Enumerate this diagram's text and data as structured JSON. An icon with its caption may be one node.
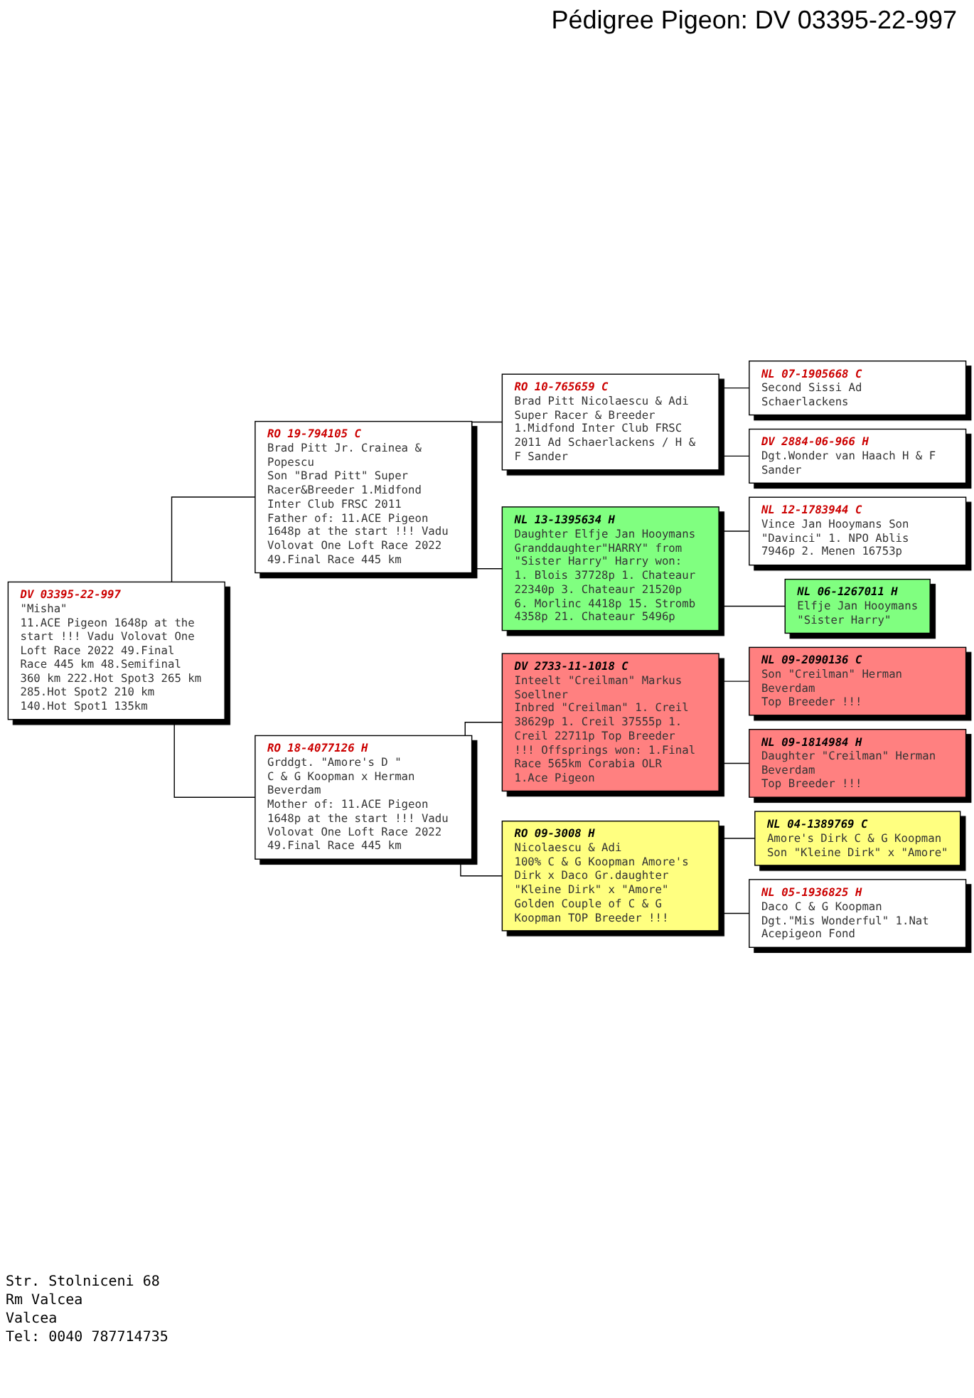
{
  "diagram": {
    "title": "Pédigree Pigeon: DV 03395-22-997",
    "nodes": [
      {
        "text": [
          "DV 03395-22-997",
          "\"Misha\"",
          "11.ACE Pigeon 1648p at the start !!! Vadu Volovat One Loft Race 2022 49.Final Race 445 km 48.Semifinal 360 km 222.Hot Spot3 265 km 285.Hot Spot2 210 km 140.Hot Spot1 135km"
        ]
      },
      {
        "text": [
          "RO 19-794105 C",
          "Brad Pitt Jr. Crainea & Popescu",
          "Son \"Brad Pitt\" Super Racer&Breeder 1.Midfond Inter Club FRSC 2011",
          "Father of: 11.ACE Pigeon 1648p at the start !!! Vadu Volovat One Loft Race 2022 49.Final Race 445 km"
        ]
      },
      {
        "text": [
          "RO 10-765659 C",
          "Brad Pitt Nicolaescu & Adi",
          "Super Racer & Breeder 1.Midfond Inter Club FRSC 2011 Ad Schaerlackens / H & F Sander"
        ]
      },
      {
        "text": [
          "NL 07-1905668 C",
          "Second Sissi Ad Schaerlackens"
        ]
      },
      {
        "text": [
          "DV 2884-06-966 H",
          "Dgt.Wonder van Haach H & F Sander"
        ]
      },
      {
        "text": [
          "NL 13-1395634 H",
          "Daughter Elfje Jan Hooymans",
          "Granddaughter\"HARRY\" from \"Sister Harry\" Harry won: 1. Blois 37728p 1. Chateaur 22340p 3. Chateaur 21520p 6. Morlinc 4418p 15. Stromb 4358p 21. Chateaur 5496p"
        ]
      },
      {
        "text": [
          "NL 12-1783944 C",
          "Vince Jan Hooymans Son \"Davinci\" 1. NPO Ablis 7946p 2. Menen 16753p"
        ]
      },
      {
        "text": [
          "NL 06-1267011 H",
          "Elfje Jan Hooymans",
          "\"Sister Harry\""
        ]
      },
      {
        "text": [
          "RO 18-4077126 H",
          "Grddgt. \"Amore's D \"",
          "C & G Koopman x Herman Beverdam",
          "Mother of: 11.ACE Pigeon 1648p at the start !!! Vadu Volovat One Loft Race 2022 49.Final Race 445 km"
        ]
      },
      {
        "text": [
          "DV 2733-11-1018 C",
          "Inteelt \"Creilman\" Markus Soellner",
          "Inbred \"Creilman\" 1. Creil 38629p 1. Creil 37555p 1. Creil 22711p Top Breeder !!! Offsprings won: 1.Final Race 565km Corabia OLR 1.Ace Pigeon"
        ]
      },
      {
        "text": [
          "NL 09-2090136 C",
          "Son \"Creilman\" Herman Beverdam",
          "Top Breeder !!!"
        ]
      },
      {
        "text": [
          "NL 09-1814984 H",
          "Daughter \"Creilman\" Herman Beverdam",
          "Top Breeder !!!"
        ]
      },
      {
        "text": [
          "RO 09-3008 H",
          "Nicolaescu & Adi",
          "100% C & G Koopman Amore's Dirk x Daco Gr.daughter \"Kleine Dirk\" x \"Amore\" Golden Couple of C & G Koopman TOP Breeder !!!"
        ]
      },
      {
        "text": [
          "NL 04-1389769 C",
          "Amore's Dirk C & G Koopman",
          "Son \"Kleine Dirk\" x \"Amore\""
        ]
      },
      {
        "text": [
          "NL 05-1936825 H",
          "Daco C & G Koopman",
          "Dgt.\"Mis Wonderful\" 1.Nat Acepigeon Fond"
        ]
      }
    ],
    "edges": [
      {
        "from": 0,
        "to": 1,
        "arrow": "none"
      },
      {
        "from": 0,
        "to": 8,
        "arrow": "none"
      },
      {
        "from": 1,
        "to": 2,
        "arrow": "none"
      },
      {
        "from": 1,
        "to": 5,
        "arrow": "none"
      },
      {
        "from": 2,
        "to": 3,
        "arrow": "none"
      },
      {
        "from": 2,
        "to": 4,
        "arrow": "none"
      },
      {
        "from": 5,
        "to": 6,
        "arrow": "none"
      },
      {
        "from": 5,
        "to": 7,
        "arrow": "none"
      },
      {
        "from": 8,
        "to": 9,
        "arrow": "none"
      },
      {
        "from": 8,
        "to": 12,
        "arrow": "none"
      },
      {
        "from": 9,
        "to": 10,
        "arrow": "none"
      },
      {
        "from": 9,
        "to": 11,
        "arrow": "none"
      },
      {
        "from": 12,
        "to": 13,
        "arrow": "none"
      },
      {
        "from": 12,
        "to": 14,
        "arrow": "none"
      }
    ],
    "labels": [
      "Str. Stolniceni 68",
      "Rm Valcea",
      "Valcea",
      "Tel: 0040 787714735"
    ]
  }
}
